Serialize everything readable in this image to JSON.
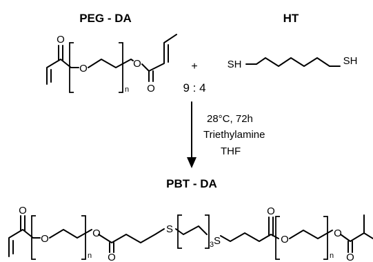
{
  "reactants": {
    "peg_da": {
      "title": "PEG - DA",
      "atoms": {
        "o_top": "O",
        "o_bot": "O",
        "o_chain1": "O",
        "o_chain2": "O"
      },
      "repeat": "n"
    },
    "ht": {
      "title": "HT",
      "thiol_left": "SH",
      "thiol_right": "SH"
    }
  },
  "plus": "+",
  "ratio": "9 : 4",
  "conditions": {
    "temp_time": "28°C, 72h",
    "catalyst": "Triethylamine",
    "solvent": "THF"
  },
  "product": {
    "title": "PBT - DA",
    "atoms": {
      "o_top1": "O",
      "o_chain1": "O",
      "o_chain2": "O",
      "o_carbonyl1": "O",
      "s1": "S",
      "s2": "S",
      "o_carbonyl2": "O",
      "o_chain3": "O",
      "o_chain4": "O",
      "o_bot_end": "O"
    },
    "repeat1": "n",
    "repeat2": "3",
    "repeat3": "n"
  },
  "colors": {
    "ink": "#000000",
    "background": "#ffffff"
  }
}
